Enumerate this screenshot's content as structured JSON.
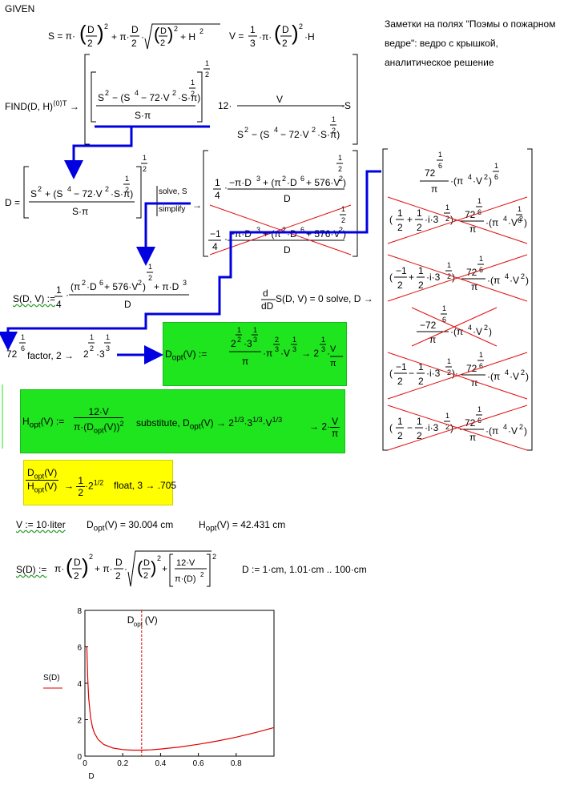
{
  "header": {
    "given": "GIVEN",
    "notes": [
      "Заметки на полях \"Поэмы о пожарном",
      "ведре\":  ведро с крышкой,",
      "аналитическое решение"
    ]
  },
  "equations": {
    "surface_lhs": "S = π·",
    "volume_lhs": "V =",
    "find_label": "FIND(D, H)",
    "find_sup": "⟨0⟩T",
    "d_assign": "D =",
    "solve_label": "solve, S",
    "simplify_label": "simplify",
    "s_func": "S(D, V) :=",
    "deriv": "S(D, V) = 0 solve, D →",
    "factor_lhs": "72",
    "factor_cmd": "factor, 2 →",
    "dopt_lhs": "D",
    "dopt_sub": "opt",
    "dopt_arg": "(V) :=",
    "hopt_lhs": "H",
    "hopt_sub": "opt",
    "hopt_arg": "(V) :=",
    "hopt_num": "12·V",
    "substitute_cmd": "substitute, D",
    "ratio_cmd": "float, 3",
    "ratio_result": ".705"
  },
  "results": {
    "v_assign": "V := 10·liter",
    "dopt_result": "D",
    "dopt_value": "(V) = 30.004 cm",
    "hopt_result": "H",
    "hopt_value": "(V) = 42.431 cm",
    "s_of_d": "S(D) :=",
    "range_def": "D := 1·cm, 1.01·cm .. 100·cm"
  },
  "chart_data": {
    "type": "line",
    "title": "",
    "xlabel": "D",
    "ylabel": "S(D)",
    "xlim": [
      0,
      1
    ],
    "ylim": [
      0,
      8
    ],
    "x_ticks": [
      "0",
      "0.2",
      "0.4",
      "0.6",
      "0.8"
    ],
    "y_ticks": [
      "0",
      "2",
      "4",
      "6",
      "8"
    ],
    "series": [
      {
        "name": "S(D)",
        "color": "#dd0000",
        "x": [
          0.01,
          0.015,
          0.02,
          0.03,
          0.04,
          0.05,
          0.07,
          0.1,
          0.15,
          0.2,
          0.25,
          0.3,
          0.35,
          0.4,
          0.5,
          0.6,
          0.7,
          0.8,
          0.9,
          1.0
        ],
        "y": [
          6.0,
          4.24,
          3.18,
          2.12,
          1.59,
          1.27,
          0.91,
          0.64,
          0.44,
          0.36,
          0.33,
          0.33,
          0.35,
          0.39,
          0.5,
          0.65,
          0.83,
          1.04,
          1.29,
          1.57
        ]
      }
    ],
    "vline": {
      "x": 0.3,
      "label": "D",
      "label_sub": "opt",
      "label_arg": "(V)",
      "color": "#dd0000"
    }
  },
  "colors": {
    "arrow": "#0000e0",
    "highlight_green": "#1ee51e",
    "highlight_yellow": "#ffff00",
    "cross": "#e01010"
  }
}
